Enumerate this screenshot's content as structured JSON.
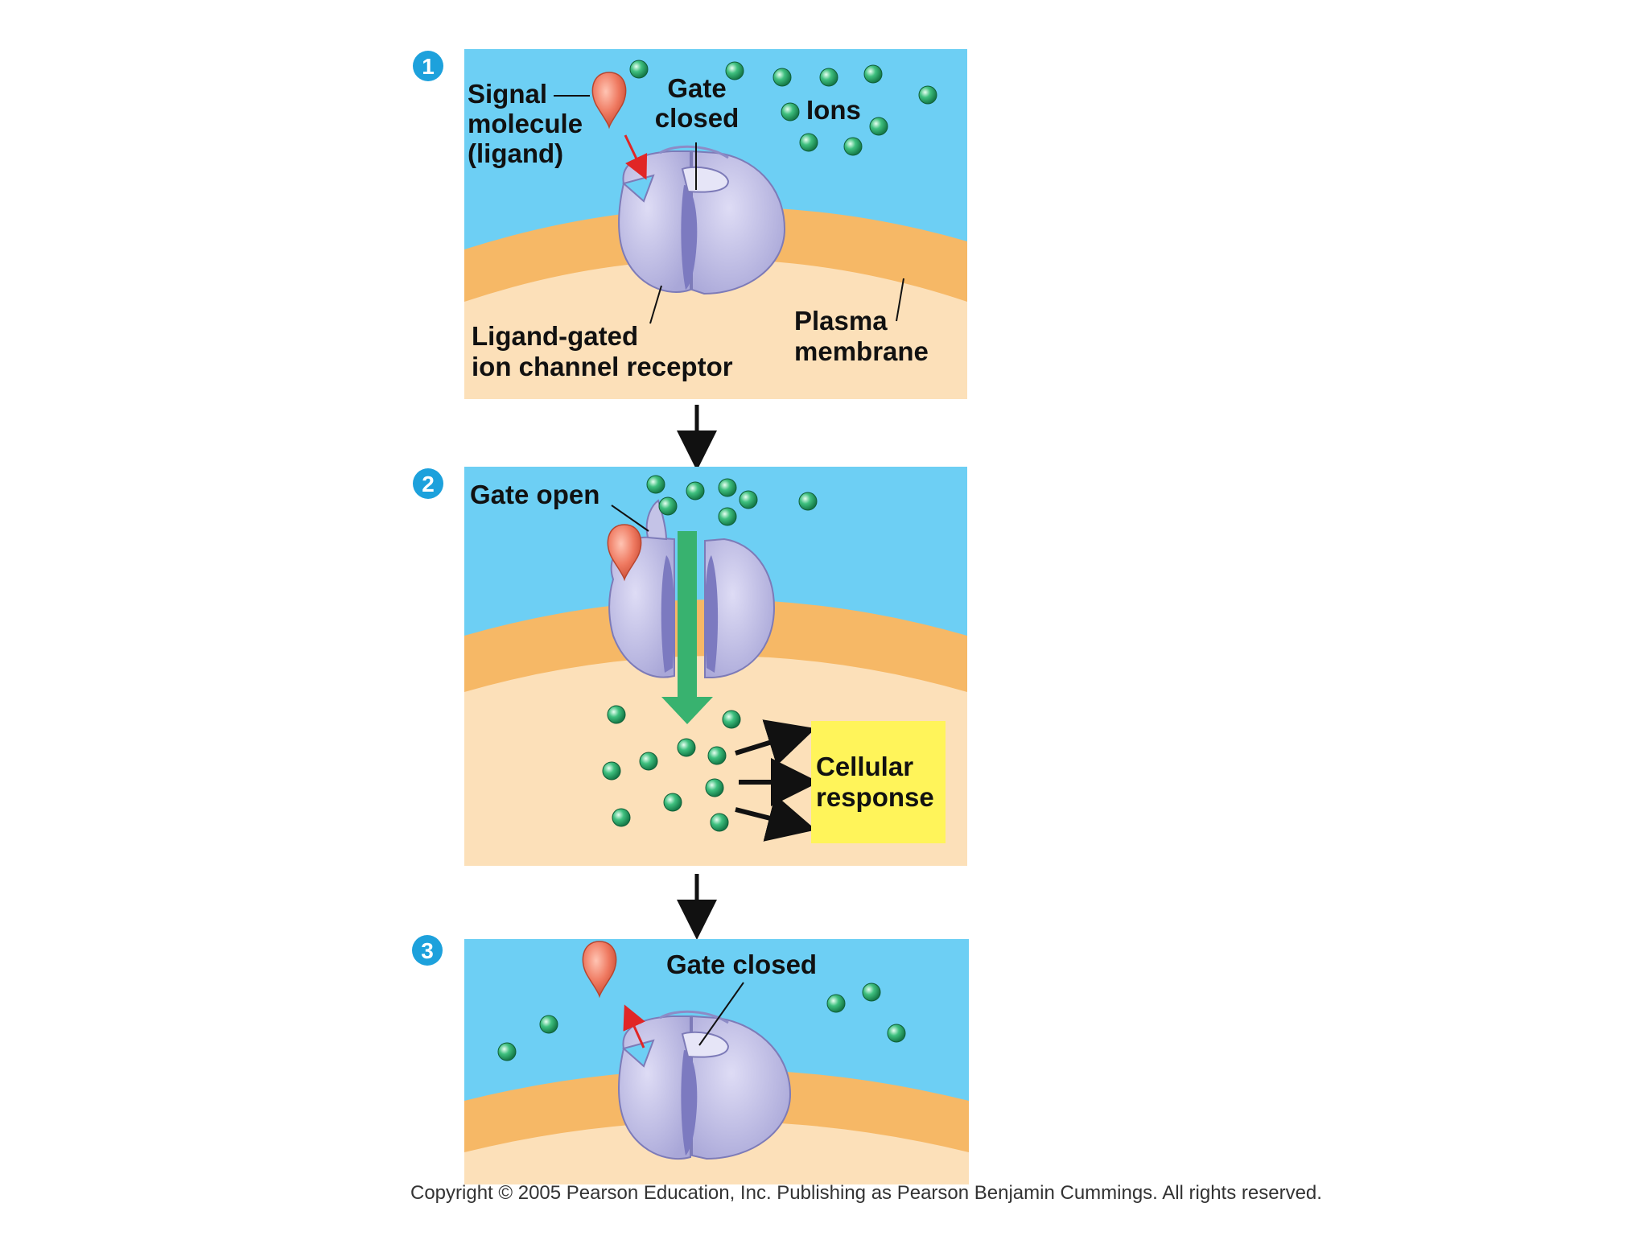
{
  "colors": {
    "extracellular": "#6dcff4",
    "membrane": "#f6b866",
    "cytoplasm": "#fce0b9",
    "receptor": "#c4c3e7",
    "ligand": "#ef7a61",
    "ion": "#2fae72",
    "response_box": "#fff45a",
    "step_badge": "#1da1dc",
    "arrow_red": "#e12626",
    "flow_green": "#38b26f"
  },
  "panel1": {
    "step": "1",
    "signal_label": [
      "Signal",
      "molecule",
      "(ligand)"
    ],
    "gate_label": [
      "Gate",
      "closed"
    ],
    "ions_label": "Ions",
    "receptor_label": [
      "Ligand-gated",
      "ion channel receptor"
    ],
    "membrane_label": [
      "Plasma",
      "membrane"
    ]
  },
  "panel2": {
    "step": "2",
    "gate_label": "Gate open",
    "response_label": [
      "Cellular",
      "response"
    ]
  },
  "panel3": {
    "step": "3",
    "gate_label": "Gate closed"
  },
  "copyright": "Copyright © 2005 Pearson Education, Inc. Publishing as Pearson Benjamin Cummings. All rights reserved."
}
